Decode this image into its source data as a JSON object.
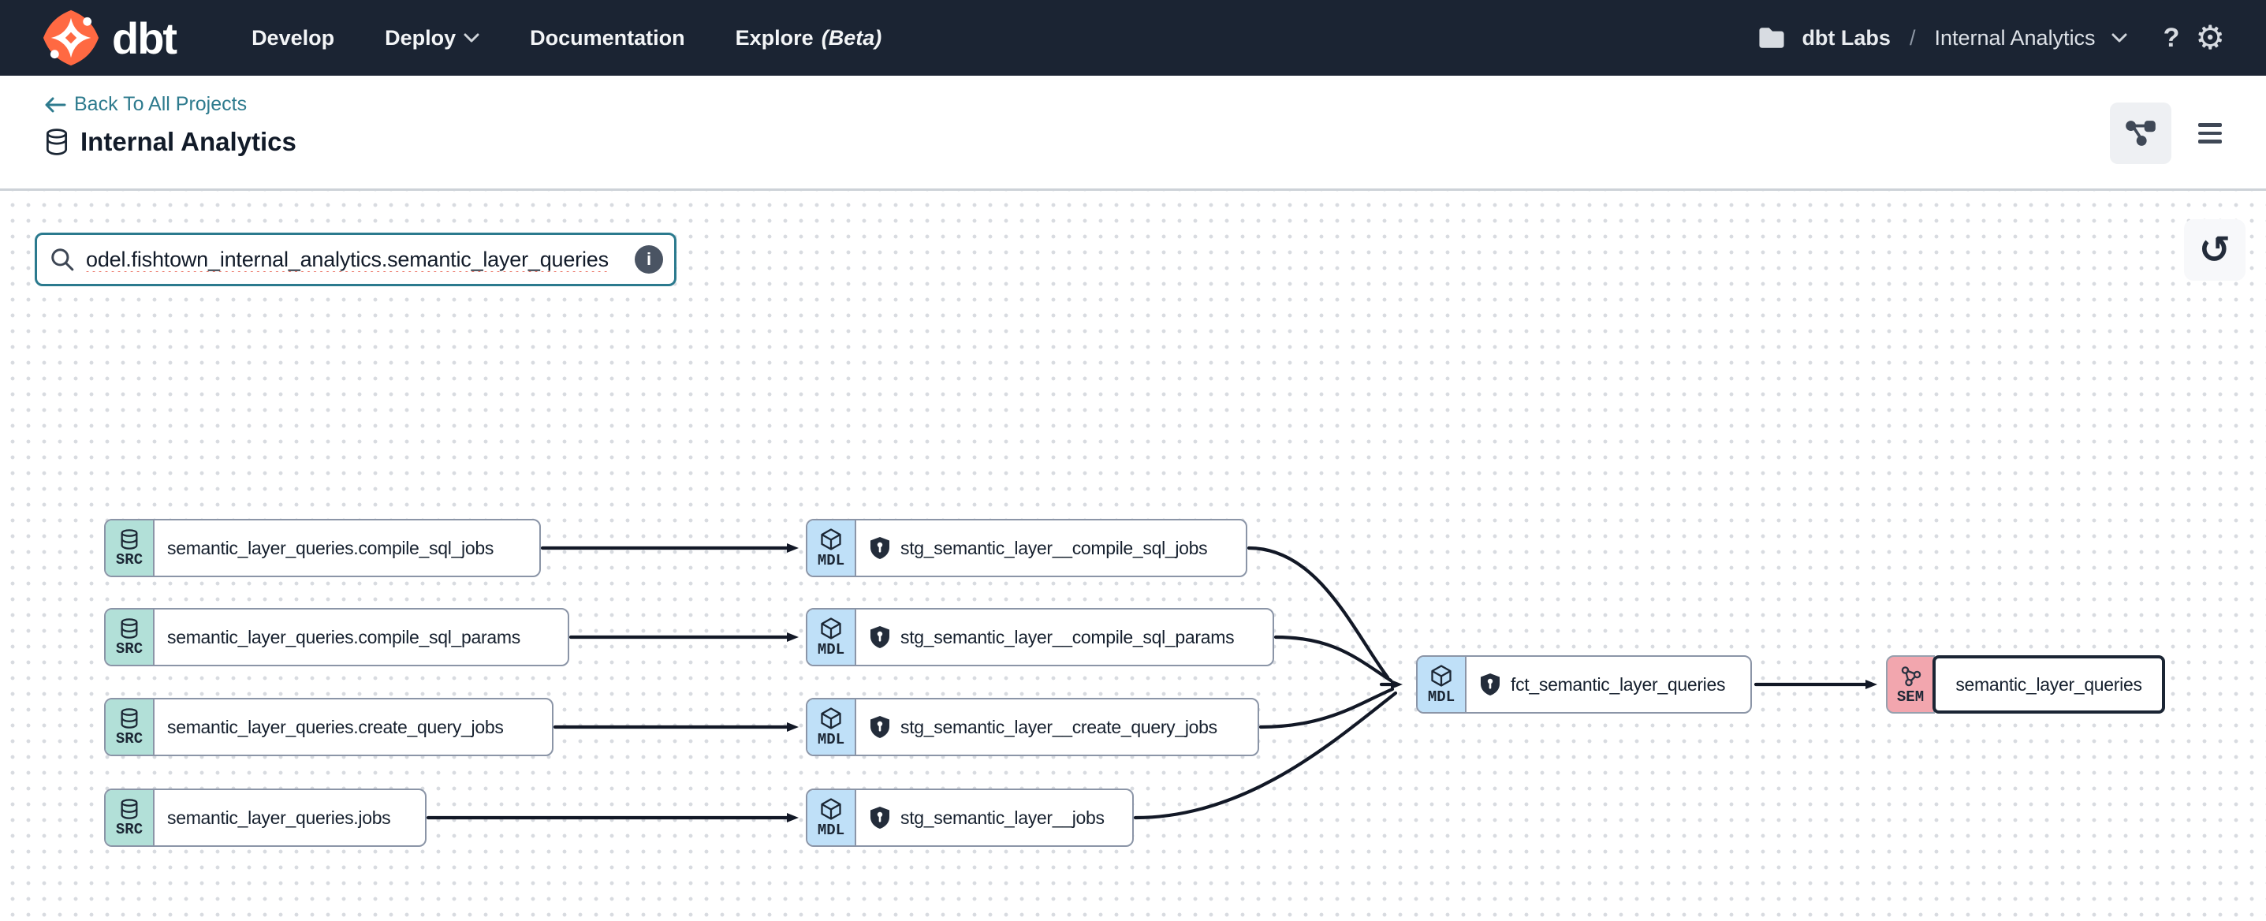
{
  "nav": {
    "brand": "dbt",
    "items": [
      {
        "label": "Develop"
      },
      {
        "label": "Deploy"
      },
      {
        "label": "Documentation"
      },
      {
        "label": "Explore",
        "badge": "(Beta)"
      }
    ],
    "account_label": "dbt Labs",
    "breadcrumb_separator": "/",
    "project_label": "Internal Analytics",
    "help_label": "?",
    "gear_glyph": "⚙"
  },
  "header": {
    "back_link_label": "Back To All Projects",
    "title": "Internal Analytics"
  },
  "canvas": {
    "search_value": "odel.fishtown_internal_analytics.semantic_layer_queries",
    "info_label": "i",
    "reset_glyph": "↺"
  },
  "graph": {
    "source_nodes": [
      {
        "type": "SRC",
        "label": "semantic_layer_queries.compile_sql_jobs"
      },
      {
        "type": "SRC",
        "label": "semantic_layer_queries.compile_sql_params"
      },
      {
        "type": "SRC",
        "label": "semantic_layer_queries.create_query_jobs"
      },
      {
        "type": "SRC",
        "label": "semantic_layer_queries.jobs"
      }
    ],
    "staging_nodes": [
      {
        "type": "MDL",
        "label": "stg_semantic_layer__compile_sql_jobs"
      },
      {
        "type": "MDL",
        "label": "stg_semantic_layer__compile_sql_params"
      },
      {
        "type": "MDL",
        "label": "stg_semantic_layer__create_query_jobs"
      },
      {
        "type": "MDL",
        "label": "stg_semantic_layer__jobs"
      }
    ],
    "fct_node": {
      "type": "MDL",
      "label": "fct_semantic_layer_queries"
    },
    "semantic_node": {
      "type": "SEM",
      "label": "semantic_layer_queries"
    }
  },
  "icons": {
    "logo": "dbt-supernova",
    "nav_chevron": "chevron-down",
    "folder": "folder-filled",
    "help": "question-mark",
    "settings": "gear",
    "back": "arrow-left",
    "project": "database-jar",
    "lineage_view": "lineage-graph",
    "menu": "hamburger",
    "search": "magnifier",
    "info": "info-circle",
    "reset": "rotate-counterclockwise",
    "src_badge": "database",
    "mdl_badge": "cube-package",
    "sem_badge": "node-triangle",
    "model_shield": "shield-keyhole"
  },
  "colors": {
    "nav_bg": "#1b2433",
    "logo_orange": "#ff6942",
    "accent_teal": "#2b7a8e",
    "src_badge_bg": "#b2e0d8",
    "mdl_badge_bg": "#bfe0f8",
    "sem_badge_bg": "#f2a6ae",
    "node_border": "#8b95a7",
    "selected_border": "#1b2534",
    "edge": "#121826",
    "spellcheck_underline": "#e8604f"
  }
}
